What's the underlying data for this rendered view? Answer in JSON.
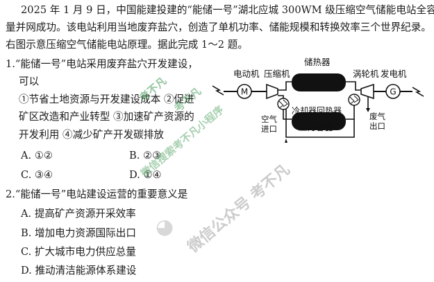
{
  "intro": [
    "2025 年 1 月 9 日，中国能建投建的“能储一号”湖北应城 300WM 级压缩空气储能电站全容",
    "量并网成功。该电站利用当地废弃盐穴，创造了单机功率、储能规模和转换效率三个世界纪录。",
    "右图示意压缩空气储能电站原理。据此完成 1～2 题。"
  ],
  "q1": {
    "stem_line1": "1.“能储一号”电站采用废弃盐穴开发建设，",
    "stem_line2": "可以",
    "opt_lines": [
      "①节省土地资源与开发建设成本   ②促进",
      "矿区改造和产业转型   ③加速矿产资源的",
      "开发利用   ④减少矿产开发碳排放"
    ],
    "choices": [
      "A. ①②",
      "B. ②③",
      "C. ③④",
      "D. ①④"
    ]
  },
  "q2": {
    "stem": "2.“能储一号”电站建设运营的重要意义是",
    "choices": [
      "A. 提高矿产资源开采效率",
      "B. 增加电力资源国际出口",
      "C. 扩大城市电力供应总量",
      "D. 推动清洁能源体系建设"
    ]
  },
  "diagram": {
    "motor": "电动机",
    "motor_symbol": "M",
    "compressor": "压缩机",
    "heat_store": "储热器",
    "turbine": "涡轮机",
    "generator": "发电机",
    "generator_symbol": "G",
    "air_in_1": "空气",
    "air_in_2": "进口",
    "cooler_reheater": "冷却器回热器",
    "pressure_vessel": "压力容器",
    "exhaust_1": "废气",
    "exhaust_2": "出口"
  },
  "watermark": {
    "text1": "考不凡",
    "text2": "微信搜索考不凡小程序",
    "text3": "考不凡",
    "text4": "微信公众号 考不凡"
  }
}
